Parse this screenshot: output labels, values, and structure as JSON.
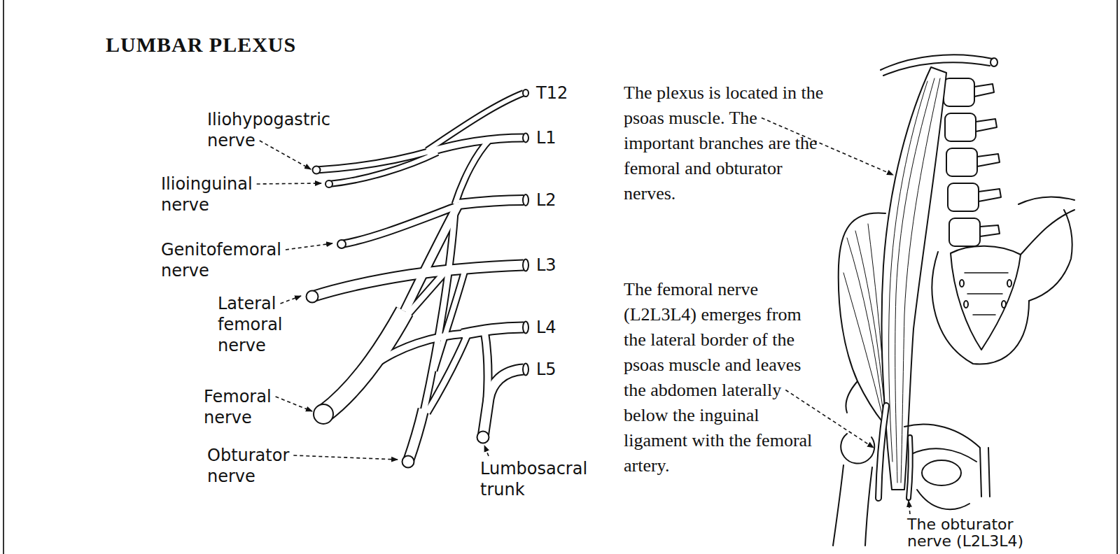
{
  "diagram": {
    "title": "LUMBAR PLEXUS",
    "labels": [
      "T12",
      "L1",
      "L2",
      "L3",
      "L4",
      "L5",
      "Iliohypogastric nerve",
      "Ilioinguinal nerve",
      "Genitofemoral nerve",
      "Lateral femoral nerve",
      "Femoral nerve",
      "Obturator nerve",
      "Lumbosacral trunk",
      "The plexus is located in the psoas muscle. The important branches are the femoral and obturator nerves.",
      "The femoral nerve (L2L3L4) emerges from the lateral border of the psoas muscle and leaves the abdomen laterally below the inguinal ligament with the femoral artery.",
      "The obturator nerve (L2L3L4)"
    ]
  }
}
